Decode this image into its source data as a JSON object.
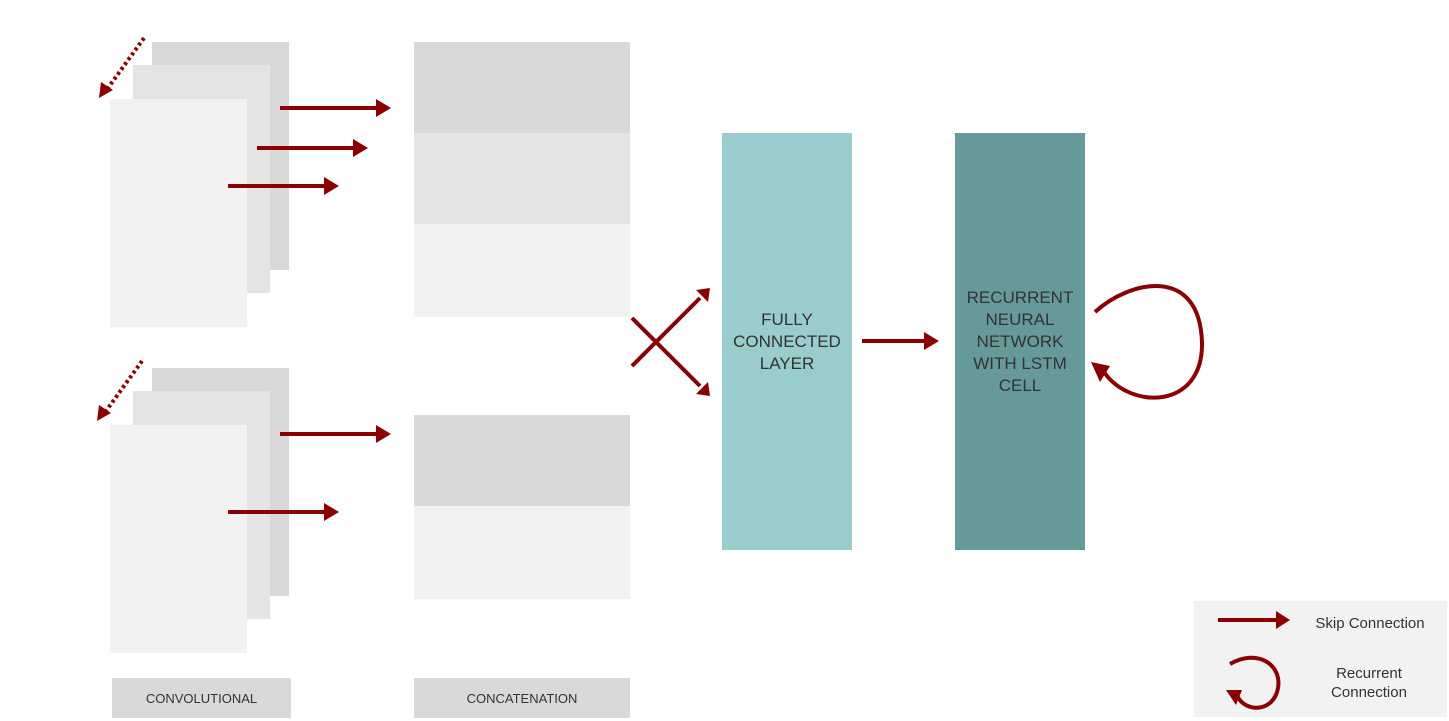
{
  "colors": {
    "arrow": "#8b0000",
    "fc_layer": "#99cccc",
    "rnn_layer": "#669999",
    "panel_dark": "#d9d9d9",
    "panel_mid": "#e4e4e4",
    "panel_light": "#f2f2f2"
  },
  "layers": {
    "fully_connected": "FULLY CONNECTED LAYER",
    "rnn": "RECURRENT NEURAL NETWORK WITH LSTM CELL"
  },
  "labels": {
    "convolutional": "CONVOLUTIONAL",
    "concatenation": "CONCATENATION"
  },
  "legend": {
    "skip_connection": "Skip Connection",
    "recurrent_connection": "Recurrent Connection"
  }
}
